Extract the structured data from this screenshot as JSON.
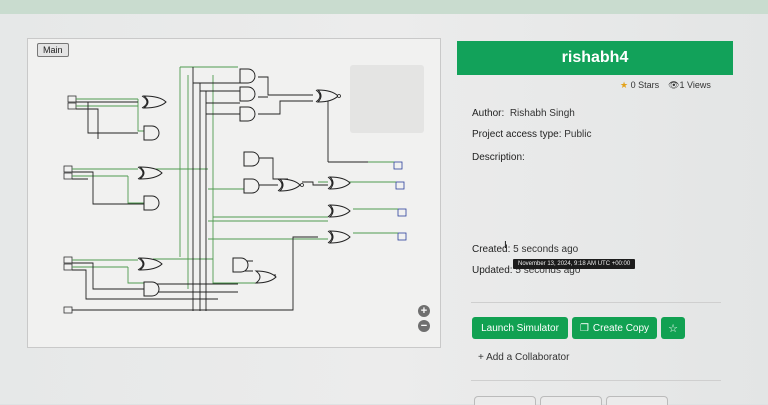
{
  "preview": {
    "tab_label": "Main",
    "zoom_in_glyph": "+",
    "zoom_out_glyph": "−"
  },
  "project": {
    "title": "rishabh4",
    "stars": "0 Stars",
    "views": "1 Views",
    "author_label": "Author:",
    "author_value": "Rishabh Singh",
    "access_label": "Project access type:",
    "access_value": "Public",
    "description_label": "Description:",
    "created_label": "Created:",
    "created_value": "5 seconds ago",
    "updated_label": "Updated:",
    "updated_value": "5 seconds ago",
    "tooltip": "November 13, 2024, 9:18 AM UTC +00:00"
  },
  "actions": {
    "launch_label": "Launch Simulator",
    "copy_label": "Create Copy",
    "collaborator_label": "+ Add a Collaborator"
  },
  "colors": {
    "accent": "#12a25a",
    "wire_green": "#4f9a4f",
    "wire_black": "#222222"
  },
  "icons": {
    "star": "star-icon",
    "eye": "eye-icon",
    "copy": "copy-icon",
    "cursor": "text-cursor-icon"
  }
}
